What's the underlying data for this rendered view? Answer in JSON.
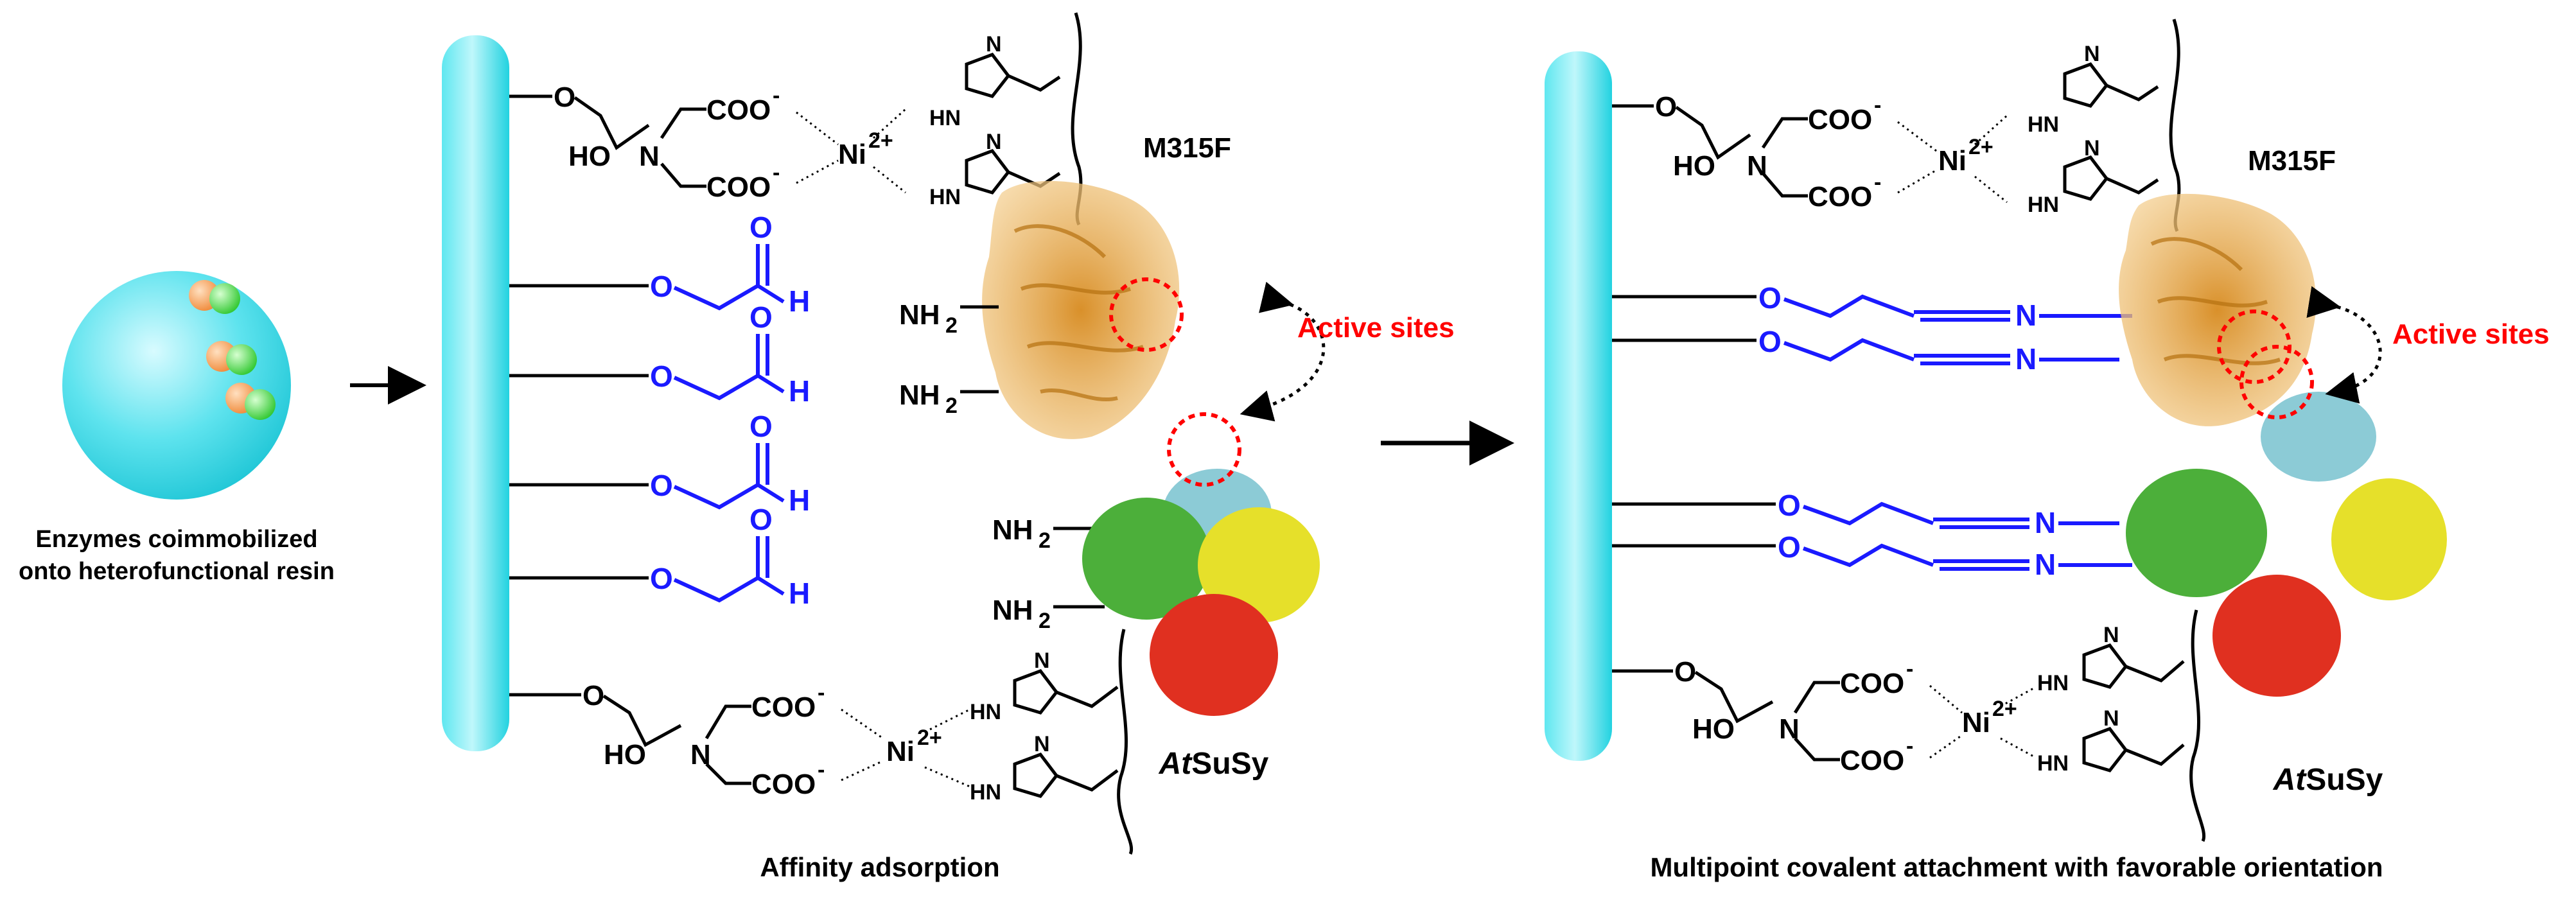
{
  "labels": {
    "resin_caption_line1": "Enzymes coimmobilized",
    "resin_caption_line2": "onto heterofunctional resin",
    "step1_caption": "Affinity adsorption",
    "step2_caption": "Multipoint covalent attachment with favorable orientation",
    "enzyme1": "M315F",
    "enzyme2_prefix": "At",
    "enzyme2_suffix": "SuSy",
    "active_sites": "Active sites"
  },
  "chem": {
    "o": "O",
    "ho": "HO",
    "n": "N",
    "h": "H",
    "nh": "NH",
    "ni": "Ni",
    "ni_charge": "2+",
    "coo": "COO",
    "coo_charge": "-",
    "nh2": "NH",
    "nh2_sub": "2",
    "hn": "HN"
  },
  "colors": {
    "support": "#35dde8",
    "linker": "#1a1aff",
    "active_site": "#ff0000",
    "m315f": "#e8a63a",
    "susy_blue": "#8ccbd6",
    "susy_green": "#4caf3a",
    "susy_yellow": "#e6e02a",
    "susy_red": "#e03020"
  }
}
